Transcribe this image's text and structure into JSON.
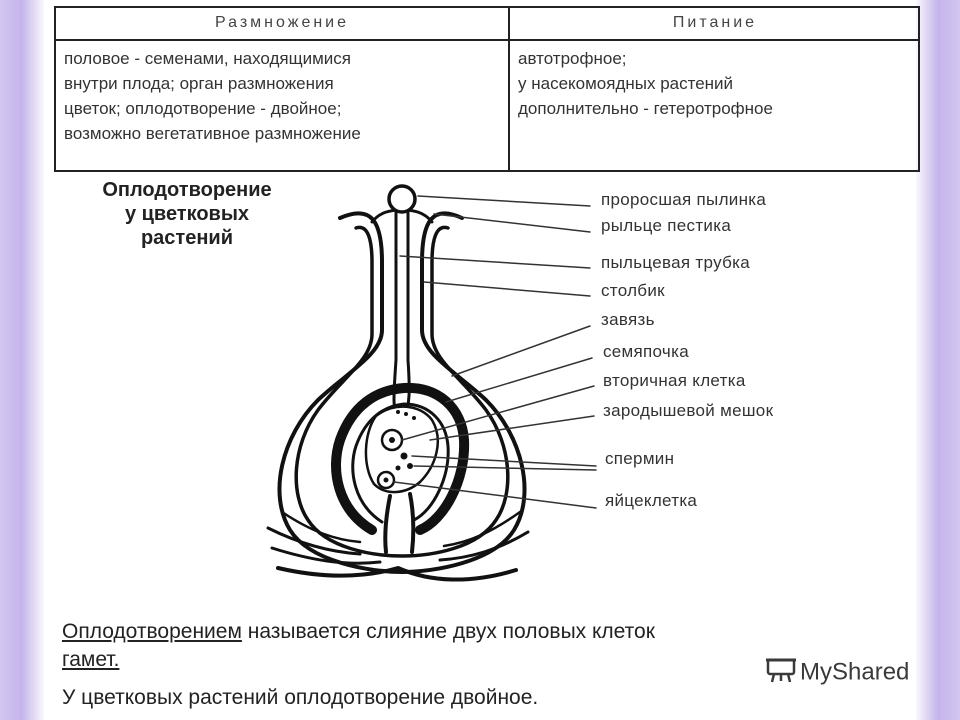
{
  "table": {
    "left_header": "Размножение",
    "right_header": "Питание",
    "left_lines": [
      "половое - семенами,  находящимися",
      "внутри плода; орган размножения",
      "цветок;  оплодотворение  - двойное;",
      "возможно вегетативное  размножение"
    ],
    "right_lines": [
      "автотрофное;",
      "у насекомоядных  растений",
      "дополнительно - гетеротрофное"
    ]
  },
  "diagram": {
    "title_lines": [
      "Оплодотворение",
      "у цветковых",
      "растений"
    ],
    "labels": [
      "проросшая пылинка",
      "рыльце пестика",
      "пыльцевая трубка",
      "столбик",
      "завязь",
      "семяпочка",
      "вторичная клетка",
      "зародышевой  мешок",
      "спермин",
      "яйцеклетка"
    ]
  },
  "notes": {
    "def_term": "Оплодотворением",
    "def_rest": " называется  слияние двух половых клеток",
    "def_line2": "гамет.",
    "double": "У цветковых растений оплодотворение двойное."
  },
  "watermark": {
    "text": "MyShared",
    "icon": "myshared-logo-icon"
  }
}
